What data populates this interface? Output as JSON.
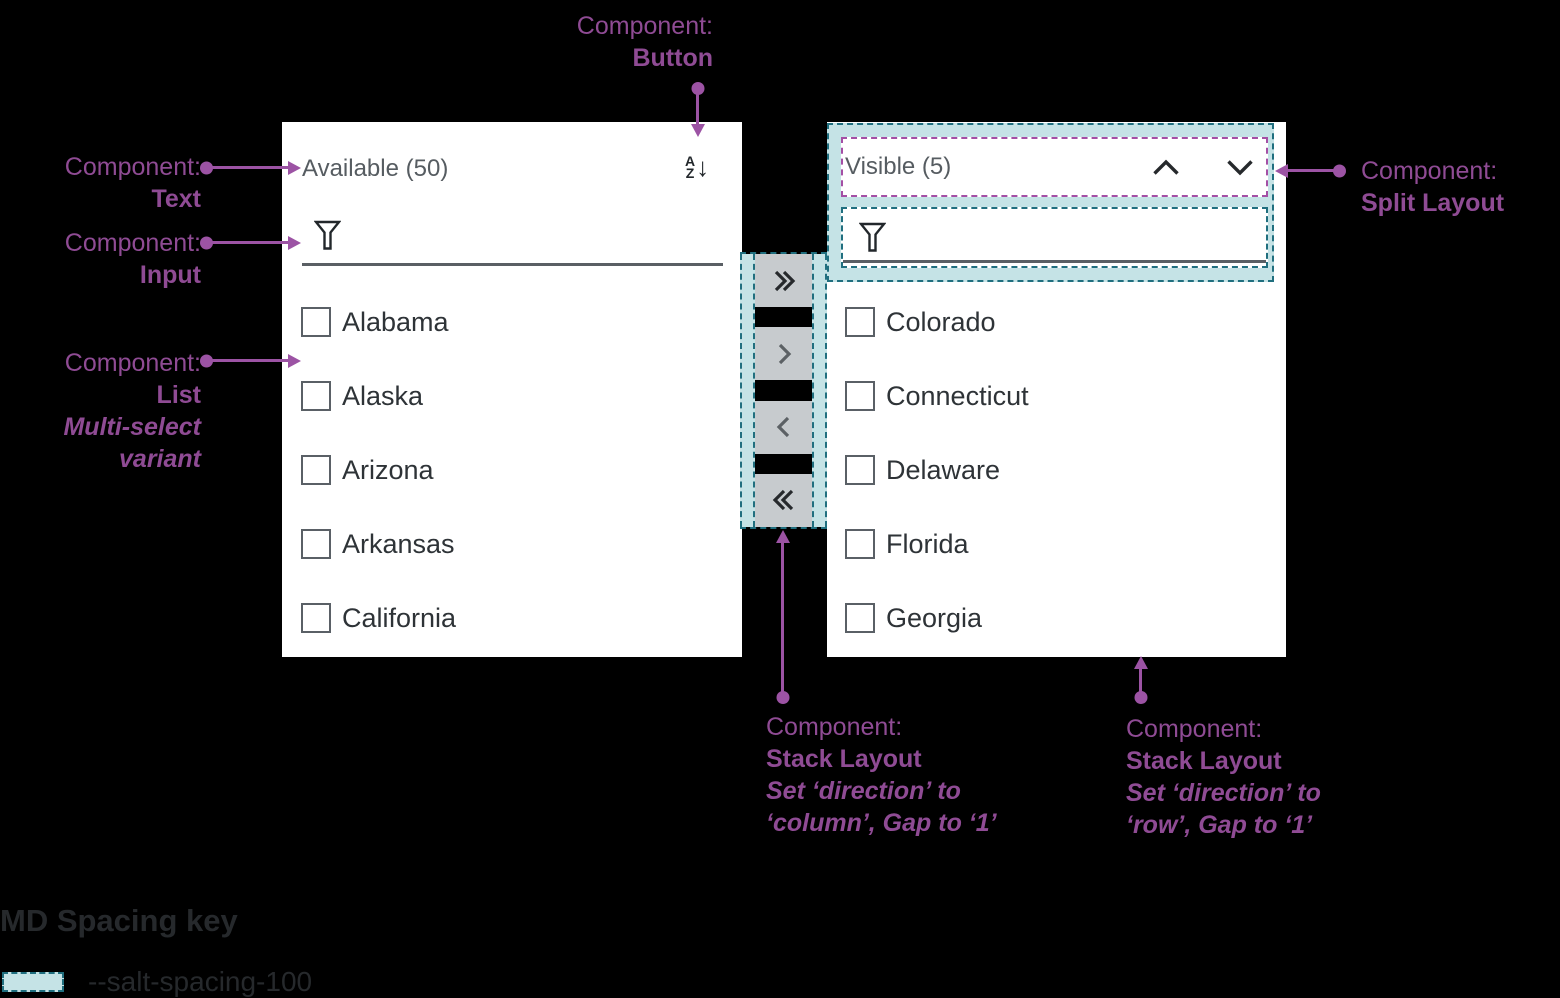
{
  "available_panel": {
    "title": "Available (50)",
    "items": [
      "Alabama",
      "Alaska",
      "Arizona",
      "Arkansas",
      "California"
    ]
  },
  "visible_panel": {
    "title": "Visible (5)",
    "items": [
      "Colorado",
      "Connecticut",
      "Delaware",
      "Florida",
      "Georgia"
    ]
  },
  "icons": {
    "sort_a": "A",
    "sort_z": "Z",
    "sort_arrow_down": "↓",
    "sort_icon": "sort-alphabetical-descending-icon",
    "filter_icon": "filter-funnel-icon",
    "up_icon": "chevron-up-icon",
    "down_icon": "chevron-down-icon",
    "move_all_right_icon": "double-chevron-right-icon",
    "move_right_icon": "chevron-right-icon",
    "move_left_icon": "chevron-left-icon",
    "move_all_left_icon": "double-chevron-left-icon"
  },
  "annotations": {
    "text": {
      "prefix": "Component:",
      "name": "Text"
    },
    "input": {
      "prefix": "Component:",
      "name": "Input"
    },
    "list": {
      "prefix": "Component:",
      "name": "List",
      "variant": [
        "Multi-select",
        "variant"
      ]
    },
    "button": {
      "prefix": "Component:",
      "name": "Button"
    },
    "split_layout": {
      "prefix": "Component:",
      "name": "Split Layout"
    },
    "stack_column": {
      "prefix": "Component:",
      "name": "Stack Layout",
      "details": [
        "Set ‘direction’ to",
        "‘column’, Gap to ‘1’"
      ]
    },
    "stack_row": {
      "prefix": "Component:",
      "name": "Stack Layout",
      "details": [
        "Set ‘direction’ to",
        "‘row’, Gap to ‘1’"
      ]
    }
  },
  "spacing_key": {
    "title": "MD Spacing key",
    "token": "--salt-spacing-100"
  },
  "colors": {
    "annotation_purple": "#8f4b94",
    "split_layout_purple": "#a44fa5",
    "spacing_teal_fill": "#c5e3e6",
    "spacing_teal_border": "#206f7f",
    "button_gray": "#c7cbce",
    "panel_text_gray": "#565c61",
    "list_text": "#2e3337"
  }
}
